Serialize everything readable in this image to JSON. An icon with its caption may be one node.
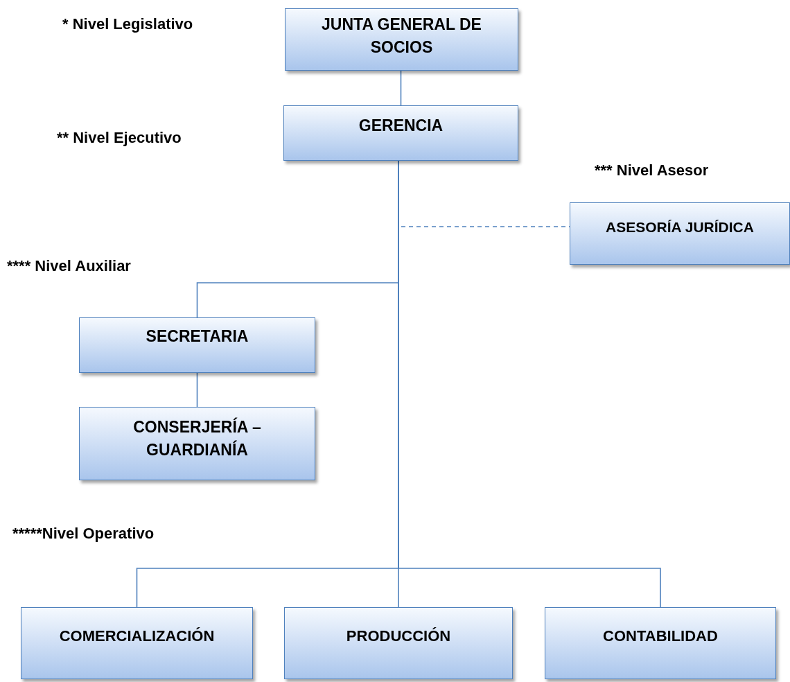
{
  "diagram": {
    "nodes": [
      {
        "text": [
          "JUNTA GENERAL DE SOCIOS"
        ]
      },
      {
        "text": [
          "GERENCIA"
        ]
      },
      {
        "text": [
          "ASESORÍA JURÍDICA"
        ]
      },
      {
        "text": [
          "SECRETARIA"
        ]
      },
      {
        "text": [
          "CONSERJERÍA – GUARDIANÍA"
        ]
      },
      {
        "text": [
          "COMERCIALIZACIÓN"
        ]
      },
      {
        "text": [
          "PRODUCCIÓN"
        ]
      },
      {
        "text": [
          "CONTABILIDAD"
        ]
      }
    ],
    "edges": [
      {
        "from": 0,
        "to": 1,
        "arrow": "none"
      },
      {
        "from": 1,
        "to": 2,
        "arrow": "none",
        "style": "dashed"
      },
      {
        "from": 1,
        "to": 3,
        "arrow": "none"
      },
      {
        "from": 3,
        "to": 4,
        "arrow": "none"
      },
      {
        "from": 1,
        "to": 5,
        "arrow": "none"
      },
      {
        "from": 1,
        "to": 6,
        "arrow": "none"
      },
      {
        "from": 1,
        "to": 7,
        "arrow": "none"
      }
    ],
    "labels": [
      "* Nivel Legislativo",
      "** Nivel Ejecutivo",
      "*** Nivel Asesor",
      "**** Nivel Auxiliar",
      "*****Nivel Operativo"
    ]
  }
}
